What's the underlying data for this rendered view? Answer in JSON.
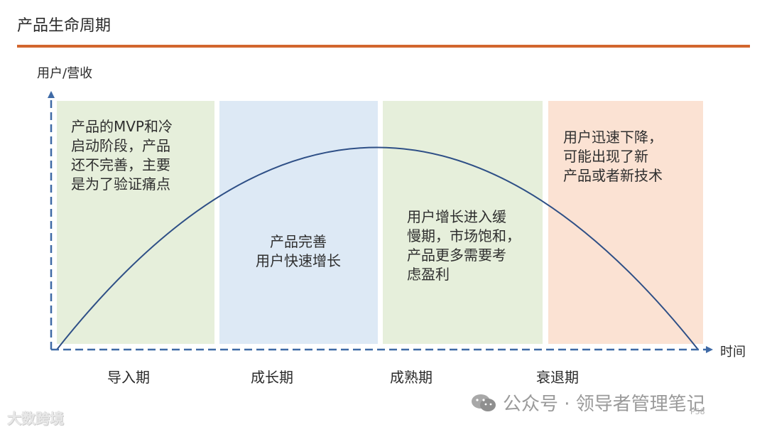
{
  "header": {
    "title": "产品生命周期"
  },
  "axes": {
    "y_label": "用户/营收",
    "x_label": "时间"
  },
  "panels": [
    {
      "text": "产品的MVP和冷\n启动阶段，产品\n还不完善，主要\n是为了验证痛点",
      "color": "#e6efdb"
    },
    {
      "text": "产品完善\n用户快速增长",
      "color": "#dde9f5"
    },
    {
      "text": "用户增长进入缓\n慢期，市场饱和，\n产品更多需要考\n虑盈利",
      "color": "#e6efdb"
    },
    {
      "text": "用户迅速下降，\n可能出现了新\n产品或者新技术",
      "color": "#fbe2d3"
    }
  ],
  "stages": [
    "导入期",
    "成长期",
    "成熟期",
    "衰退期"
  ],
  "colors": {
    "title_rule": "#d2662e",
    "axis": "#3f6aa6",
    "curve": "#2e4f86"
  },
  "watermark": {
    "left_text": "大数跨境",
    "right_text": "公众号 · 领导者管理笔记",
    "right_icon": "wechat-icon"
  },
  "page_number": "P58"
}
